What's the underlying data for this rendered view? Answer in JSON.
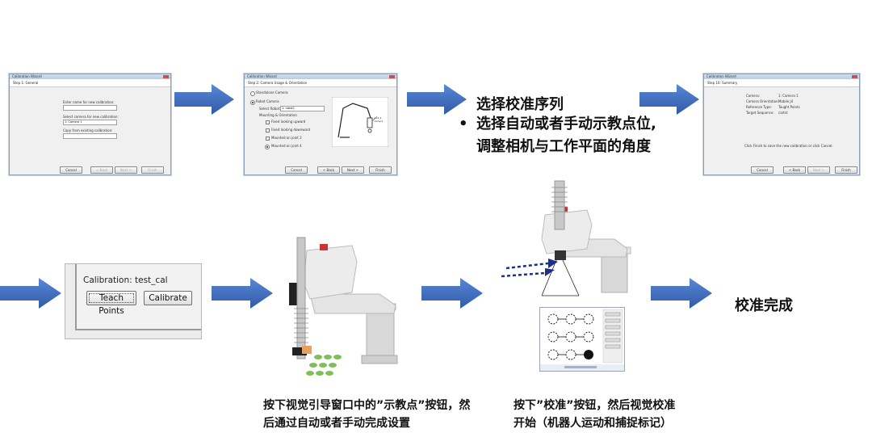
{
  "wizard1": {
    "title": "Calibration Wizard",
    "step": "Step 1: General",
    "prompt_name": "Enter name for new calibration:",
    "prompt_camera": "Select camera for new calibration:",
    "camera_value": "1: Camera 1",
    "prompt_copy": "Copy from existing calibration:",
    "buttons": {
      "cancel": "Cancel",
      "back": "< Back",
      "next": "Next >",
      "finish": "Finish"
    }
  },
  "wizard2": {
    "title": "Calibration Wizard",
    "step": "Step 2: Camera Usage & Orientation",
    "opt_standalone": "Standalone Camera",
    "opt_robot": "Robot Camera",
    "select_robot_label": "Select Robot:",
    "select_robot_value": "1: robot1",
    "mounting_label": "Mounting & Orientation",
    "mount_options": [
      "Fixed looking upward",
      "Fixed looking downward",
      "Mounted on joint 2",
      "Mounted on joint 4"
    ],
    "figure_note": "joint 4 camera",
    "buttons": {
      "cancel": "Cancel",
      "back": "< Back",
      "next": "Next >",
      "finish": "Finish"
    }
  },
  "wizard3": {
    "title": "Calibration Wizard",
    "step": "Step 10: Summary",
    "summary_rows": [
      {
        "key": "Camera:",
        "value": "1: Camera 1"
      },
      {
        "key": "Camera Orientation:",
        "value": "Mobile J4"
      },
      {
        "key": "Reference Type:",
        "value": "Taught Points"
      },
      {
        "key": "Target Sequence:",
        "value": "cartst"
      }
    ],
    "finish_note": "Click Finish to save the new calibration or click Cancel.",
    "buttons": {
      "cancel": "Cancel",
      "back": "< Back",
      "next": "Next >",
      "finish": "Finish"
    }
  },
  "notes": {
    "title": "选择校准序列",
    "bullet_marker": "•",
    "bullet_line1": "选择自动或者手动示教点位,",
    "bullet_line2": "调整相机与工作平面的角度",
    "done": "校准完成"
  },
  "cal_panel": {
    "label": "Calibration: test_cal",
    "teach_points": "Teach Points",
    "calibrate": "Calibrate"
  },
  "captions": {
    "teach_line1": "按下视觉引导窗口中的”示教点”按钮，然",
    "teach_line2": "后通过自动或者手动完成设置",
    "calibrate_line1": "按下”校准”按钮，然后视觉校准",
    "calibrate_line2": "开始（机器人运动和捕捉标记）"
  },
  "colors": {
    "arrow": "#3f6fc6",
    "arrow_dark": "#2f5aa8",
    "robot_body": "#dcdcdc",
    "target_dots": "#7fbf5a"
  }
}
